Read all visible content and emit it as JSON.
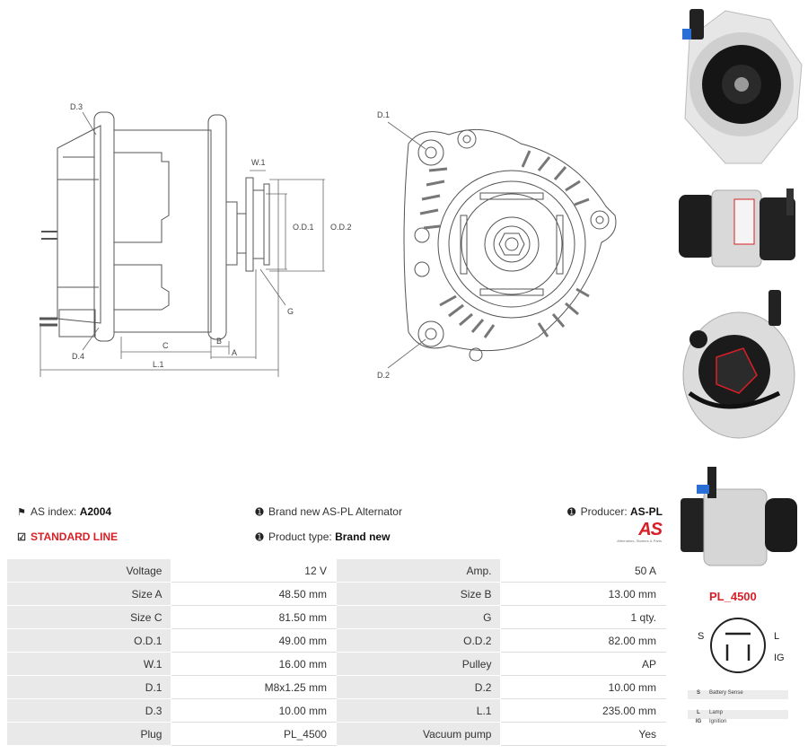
{
  "diagram": {
    "labels": {
      "d3": "D.3",
      "d4": "D.4",
      "w1": "W.1",
      "od1": "O.D.1",
      "od2": "O.D.2",
      "g": "G",
      "c": "C",
      "b": "B",
      "a": "A",
      "l1": "L.1",
      "d1": "D.1",
      "d2": "D.2"
    }
  },
  "info": {
    "as_index_label": "AS index:",
    "as_index_value": "A2004",
    "line": "STANDARD LINE",
    "description": "Brand new AS-PL Alternator",
    "product_type_label": "Product type:",
    "product_type_value": "Brand new",
    "producer_label": "Producer:",
    "producer_value": "AS-PL",
    "logo_text": "AS",
    "logo_tagline": "Alternators, Starters & Parts"
  },
  "specs": [
    [
      "Voltage",
      "12 V",
      "Amp.",
      "50 A"
    ],
    [
      "Size A",
      "48.50 mm",
      "Size B",
      "13.00 mm"
    ],
    [
      "Size C",
      "81.50 mm",
      "G",
      "1 qty."
    ],
    [
      "O.D.1",
      "49.00 mm",
      "O.D.2",
      "82.00 mm"
    ],
    [
      "W.1",
      "16.00 mm",
      "Pulley",
      "AP"
    ],
    [
      "D.1",
      "M8x1.25 mm",
      "D.2",
      "10.00 mm"
    ],
    [
      "D.3",
      "10.00 mm",
      "L.1",
      "235.00 mm"
    ],
    [
      "Plug",
      "PL_4500",
      "Vacuum pump",
      "Yes"
    ]
  ],
  "plug": {
    "code": "PL_4500",
    "pin_s": "S",
    "pin_l": "L",
    "pin_ig": "IG",
    "legend": [
      {
        "key": "S",
        "text": "Battery Sense"
      },
      {
        "key": "L",
        "text": "Lamp"
      },
      {
        "key": "IG",
        "text": "Ignition"
      }
    ]
  },
  "colors": {
    "accent_red": "#d81f26",
    "label_cell": "#e9e9e9"
  },
  "icons": [
    "tag-icon",
    "check-square-icon",
    "info-icon"
  ]
}
